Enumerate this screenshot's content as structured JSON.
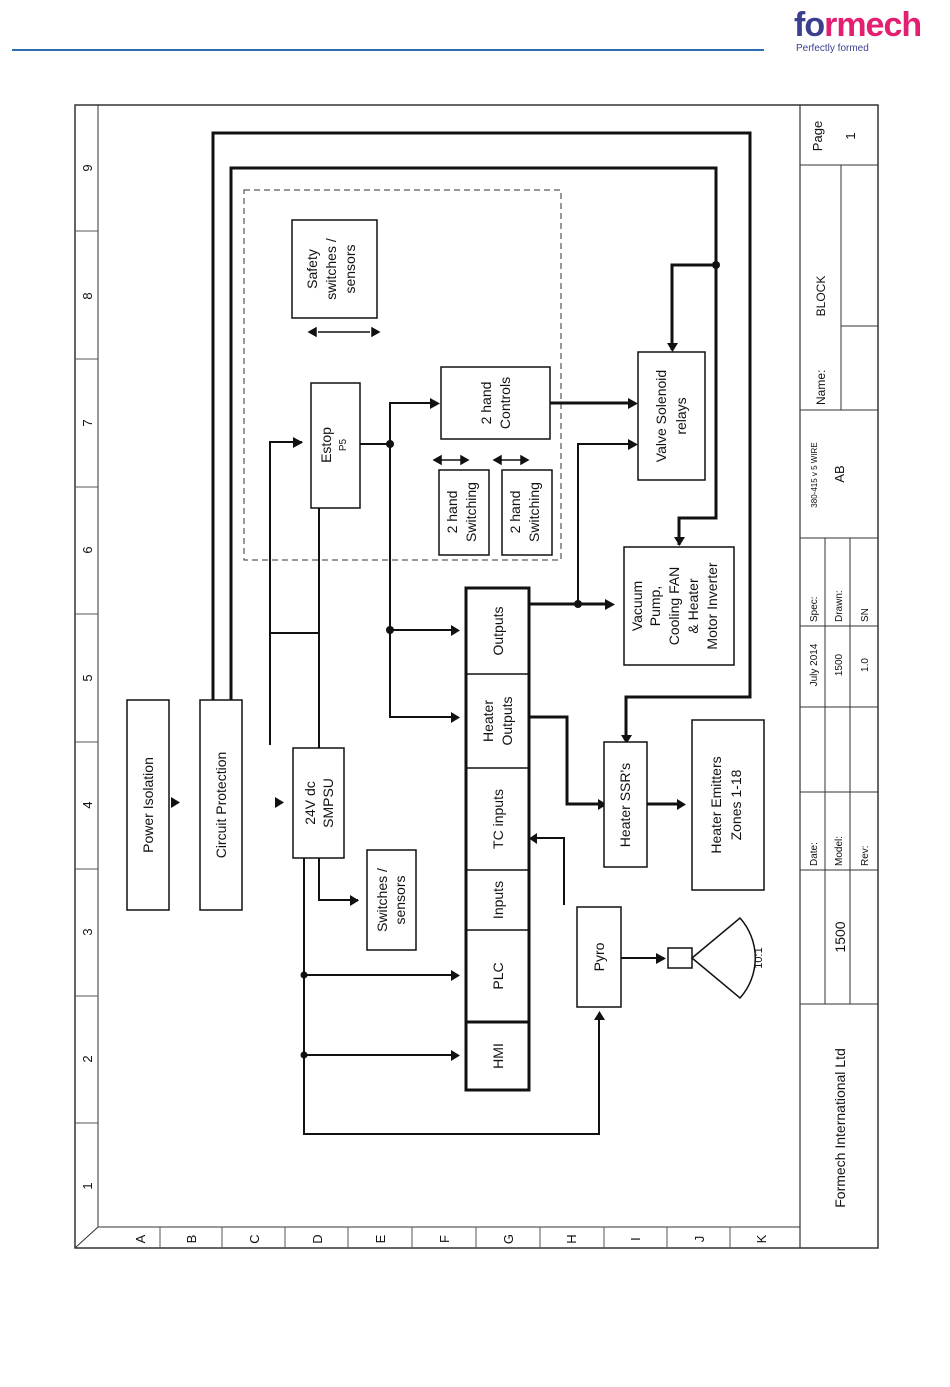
{
  "brand": {
    "name_part1": "fo",
    "name_part2": "rmech",
    "tagline": "Perfectly formed"
  },
  "grid": {
    "columns": [
      "1",
      "2",
      "3",
      "4",
      "5",
      "6",
      "7",
      "8",
      "9"
    ],
    "rows": [
      "A",
      "B",
      "C",
      "D",
      "E",
      "F",
      "G",
      "H",
      "I",
      "J",
      "K"
    ]
  },
  "blocks": {
    "power_isolation": "Power Isolation",
    "circuit_protection": "Circuit Protection",
    "smpsu_l1": "24V dc",
    "smpsu_l2": "SMPSU",
    "switches_sensors_l1": "Switches /",
    "switches_sensors_l2": "sensors",
    "hmi": "HMI",
    "plc": "PLC",
    "inputs": "Inputs",
    "tc_inputs": "TC inputs",
    "heater_outputs_l1": "Heater",
    "heater_outputs_l2": "Outputs",
    "outputs": "Outputs",
    "pyro": "Pyro",
    "lens_ratio": "10:1",
    "heater_ssr": "Heater SSR's",
    "heater_emitters_l1": "Heater Emitters",
    "heater_emitters_l2": "Zones 1-18",
    "estop": "Estop",
    "estop_sub": "P5",
    "safety_l1": "Safety",
    "safety_l2": "switches /",
    "safety_l3": "sensors",
    "two_hand_ctrl_l1": "2 hand",
    "two_hand_ctrl_l2": "Controls",
    "two_hand_sw_l1": "2 hand",
    "two_hand_sw_l2": "Switching",
    "valve_l1": "Valve Solenoid",
    "valve_l2": "relays",
    "vacuum_l1": "Vacuum",
    "vacuum_l2": "Pump,",
    "vacuum_l3": "Cooling FAN",
    "vacuum_l4": "& Heater",
    "vacuum_l5": "Motor Inverter"
  },
  "title_block": {
    "company": "Formech International Ltd",
    "model_number": "1500",
    "date_label": "Date:",
    "date_value": "July 2014",
    "model_label": "Model:",
    "model_value": "1500",
    "rev_label": "Rev:",
    "rev_value": "1.0",
    "spec_label": "Spec:",
    "spec_value": "380-415 v 5 WIRE",
    "drawn_label": "Drawn:",
    "drawn_value": "AB",
    "drawn_value2": "SN",
    "name_label": "Name:",
    "name_value": "BLOCK",
    "page_label": "Page",
    "page_value": "1"
  }
}
